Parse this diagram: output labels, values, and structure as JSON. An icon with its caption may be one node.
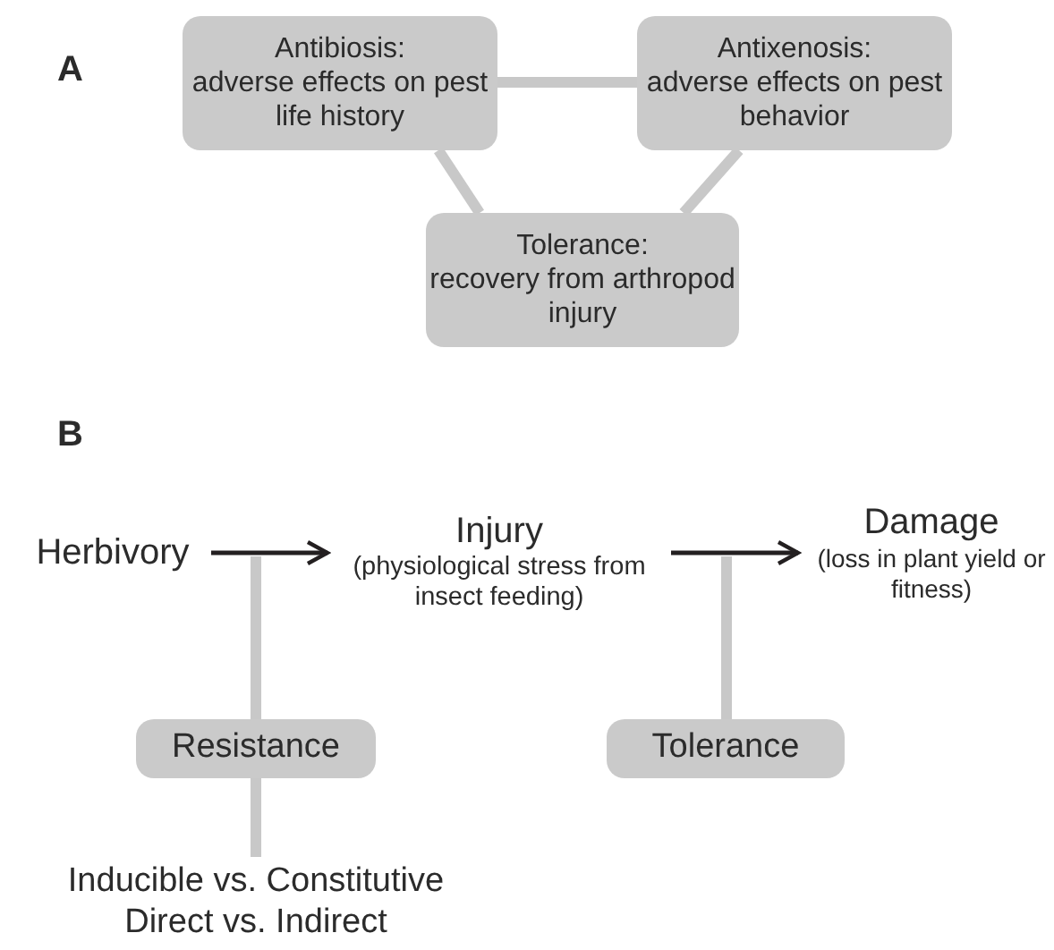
{
  "diagram": {
    "nodes": [
      {
        "text": [
          "Antibiosis:",
          "adverse effects on pest life history"
        ]
      },
      {
        "text": [
          "Antixenosis:",
          "adverse effects on pest behavior"
        ]
      },
      {
        "text": [
          "Tolerance:",
          "recovery from arthropod injury"
        ]
      },
      {
        "text": [
          "Herbivory"
        ]
      },
      {
        "text": [
          "Injury",
          "(physiological stress from insect feeding)"
        ]
      },
      {
        "text": [
          "Damage",
          "(loss in plant yield or fitness)"
        ]
      },
      {
        "text": [
          "Resistance"
        ]
      },
      {
        "text": [
          "Tolerance"
        ]
      },
      {
        "text": [
          "Inducible vs. Constitutive",
          "Direct vs. Indirect"
        ]
      }
    ],
    "edges": [
      {
        "from": 0,
        "to": 1,
        "arrow": "none"
      },
      {
        "from": 0,
        "to": 2,
        "arrow": "none"
      },
      {
        "from": 1,
        "to": 2,
        "arrow": "none"
      },
      {
        "from": 3,
        "to": 4,
        "arrow": "to",
        "color": "#231f20"
      },
      {
        "from": 4,
        "to": 5,
        "arrow": "to",
        "color": "#231f20"
      },
      {
        "from": 6,
        "to": null,
        "arrow": "none"
      },
      {
        "from": 6,
        "to": 8,
        "arrow": "none"
      },
      {
        "from": 7,
        "to": null,
        "arrow": "none"
      }
    ],
    "labels": [
      "A",
      "B"
    ]
  }
}
